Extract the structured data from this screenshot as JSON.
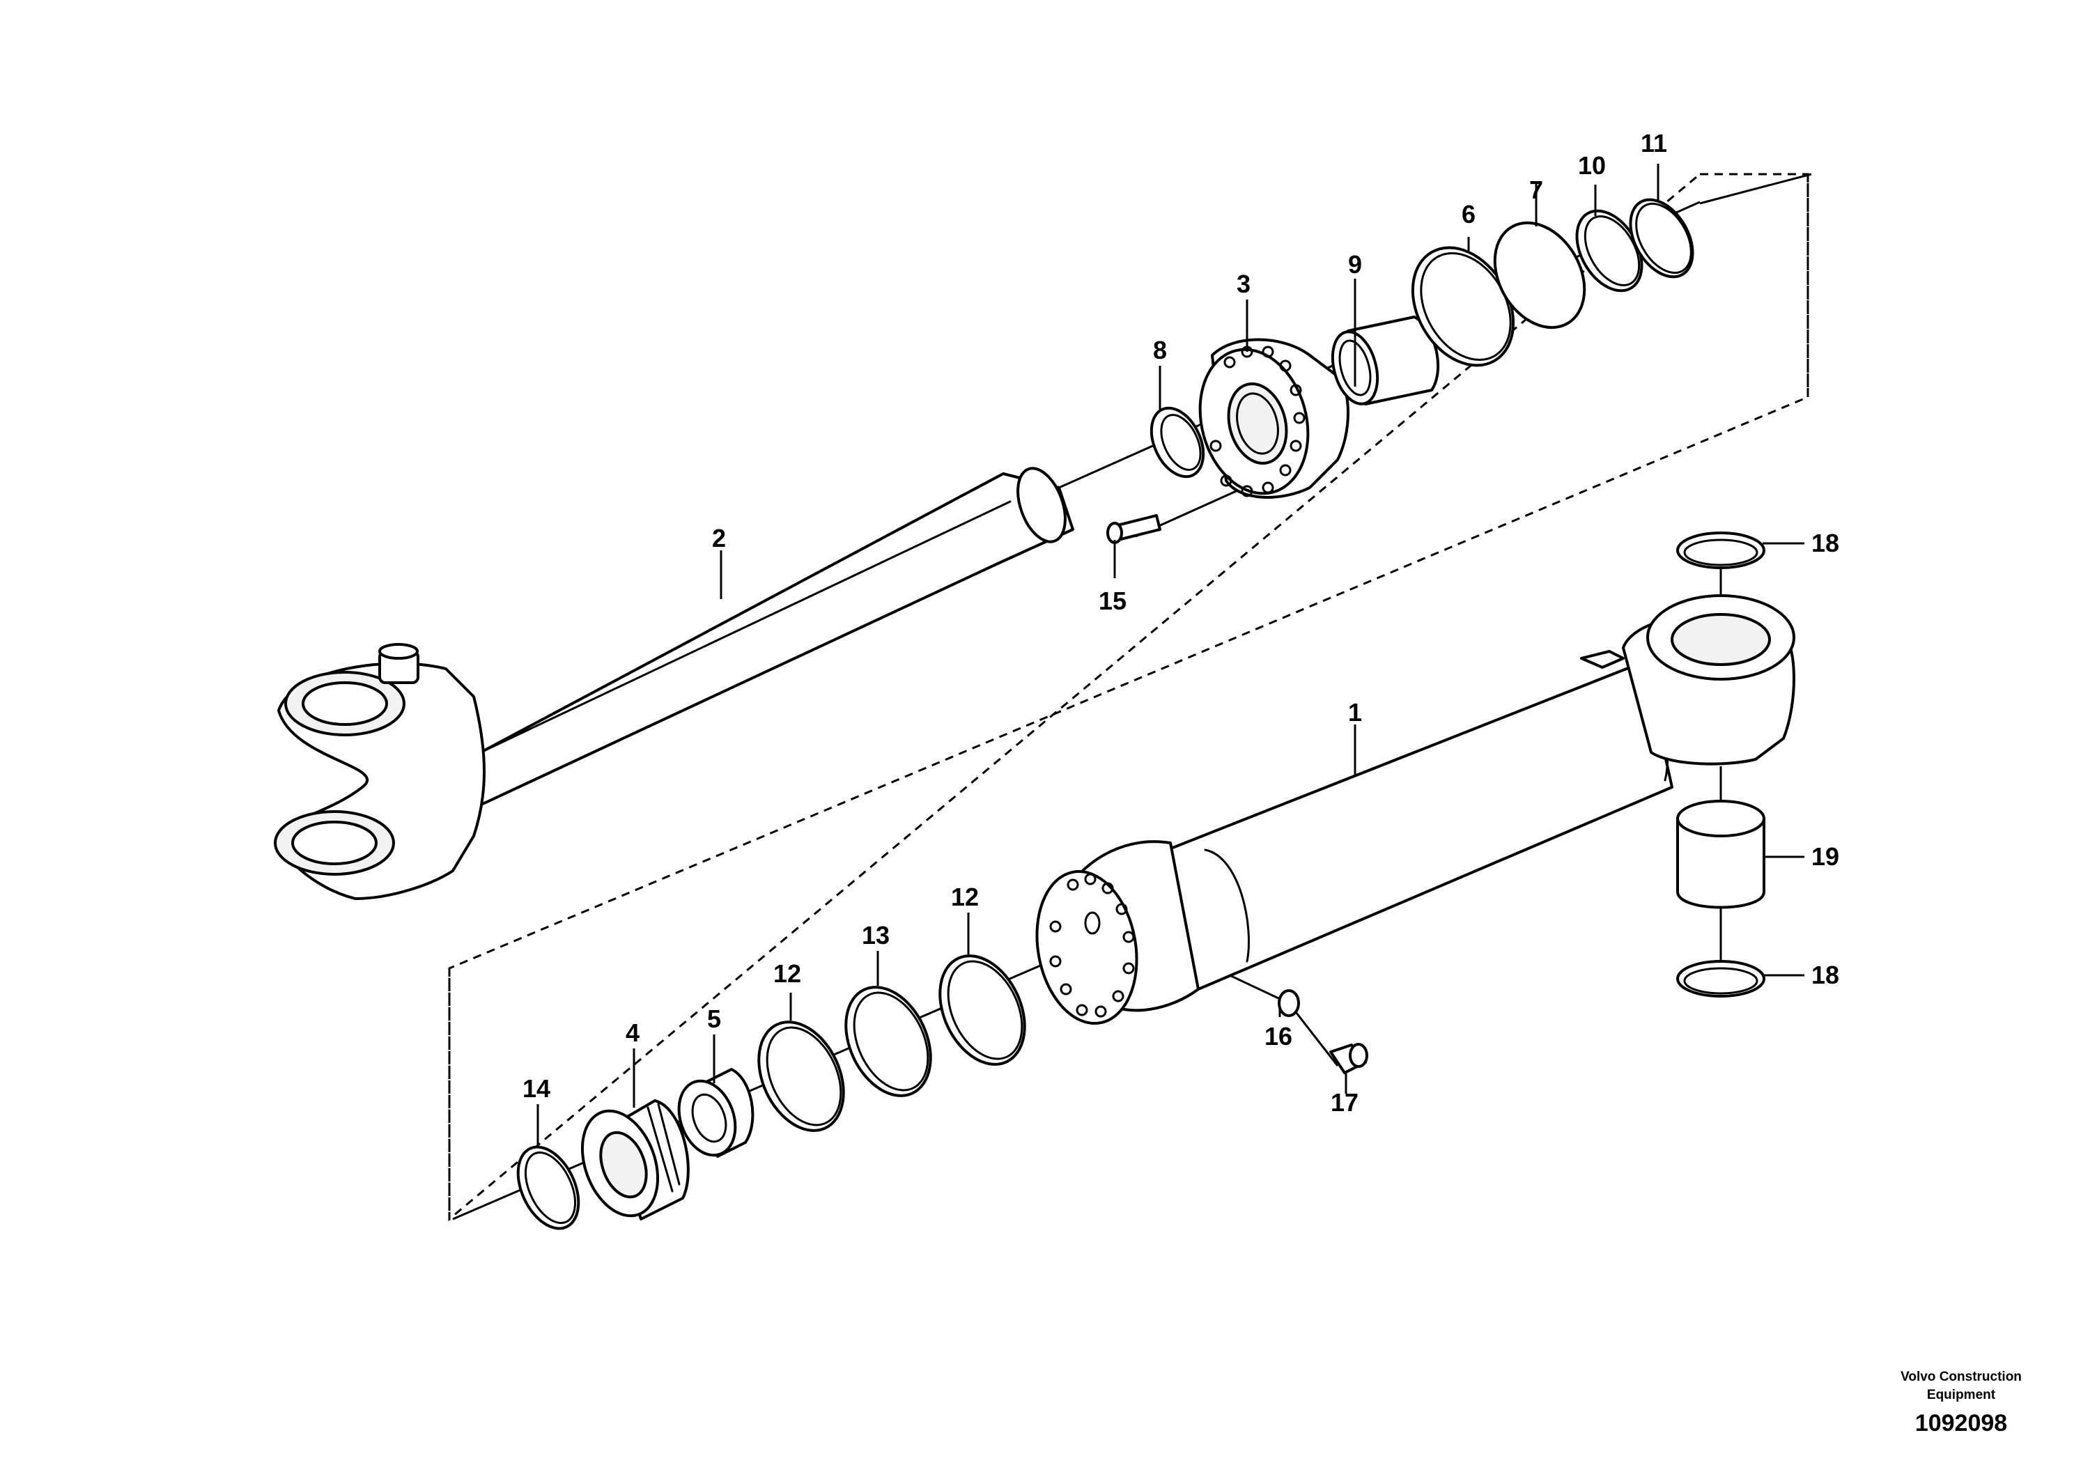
{
  "callouts": {
    "c1": "1",
    "c2": "2",
    "c3": "3",
    "c4": "4",
    "c5": "5",
    "c6": "6",
    "c7": "7",
    "c8": "8",
    "c9": "9",
    "c10": "10",
    "c11": "11",
    "c12a": "12",
    "c12b": "12",
    "c13": "13",
    "c14": "14",
    "c15": "15",
    "c16": "16",
    "c17": "17",
    "c18a": "18",
    "c18b": "18",
    "c19": "19"
  },
  "footer": {
    "publisher_line1": "Volvo Construction",
    "publisher_line2": "Equipment",
    "drawing_number": "1092098"
  }
}
